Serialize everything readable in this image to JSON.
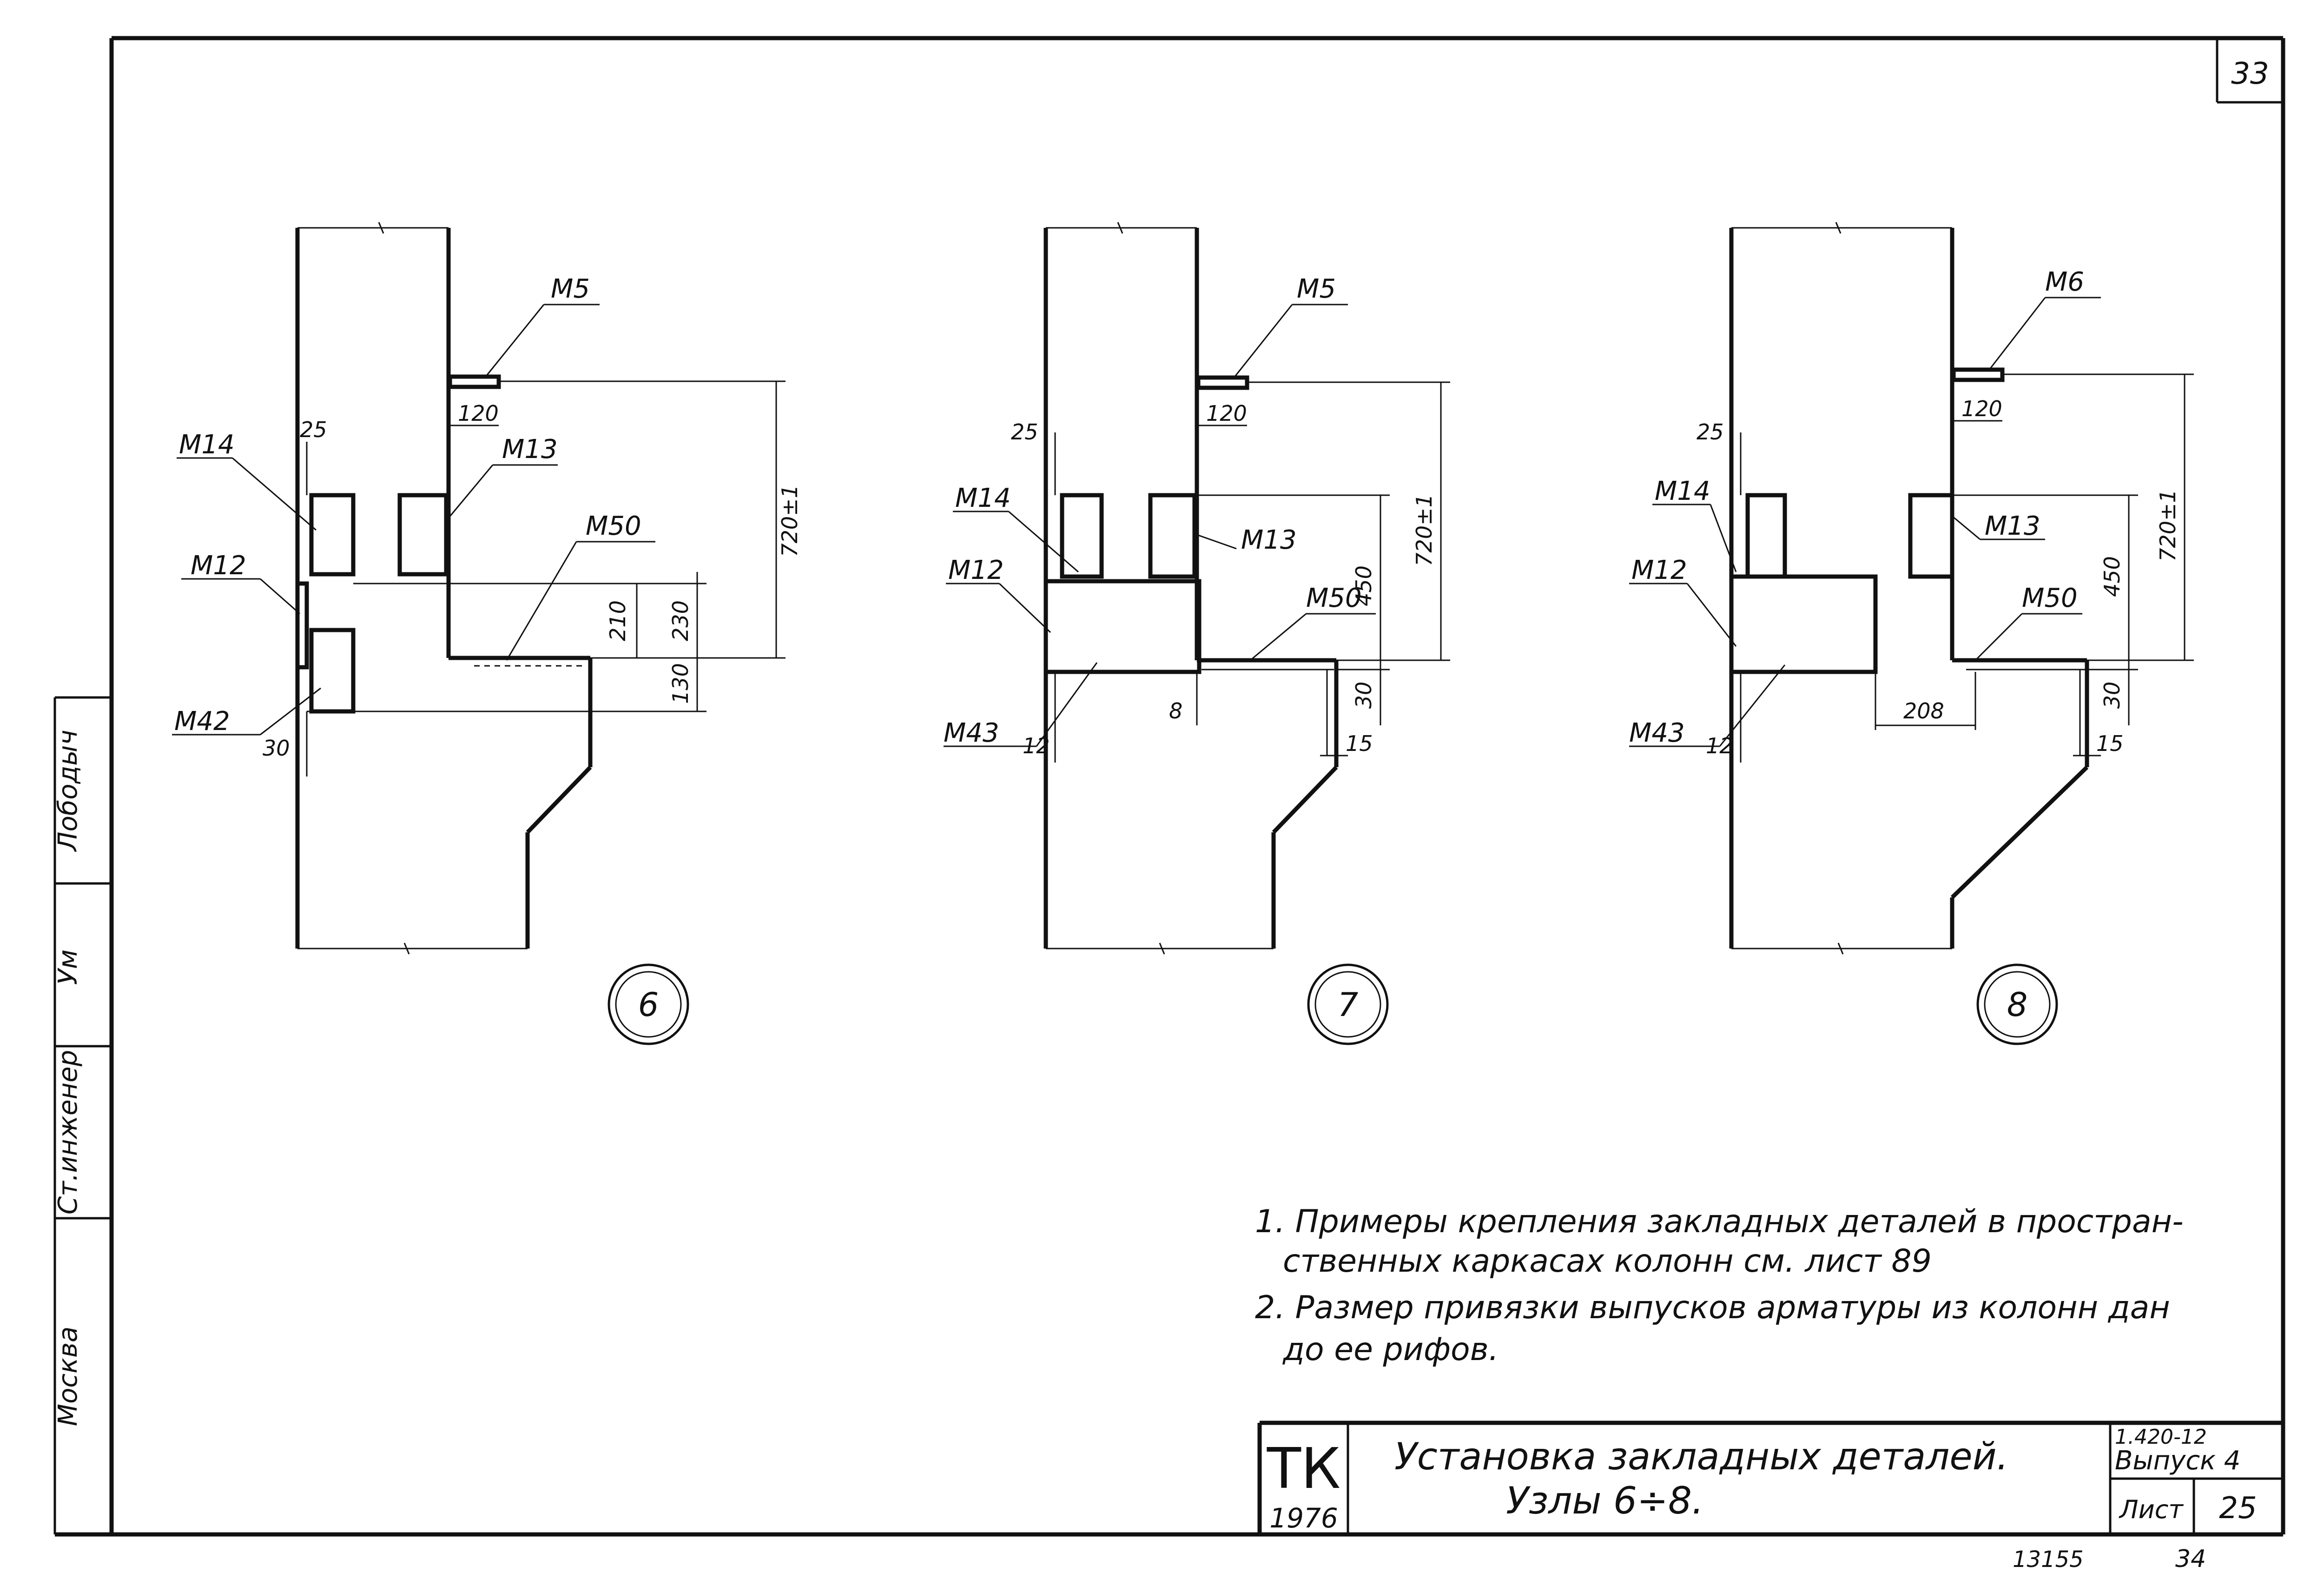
{
  "page_number": "33",
  "side_stamp": {
    "city": "Москва",
    "role": "Ст.инженер",
    "signature": "Ум",
    "name": "Лободыч"
  },
  "nodes": [
    {
      "number": "6",
      "labels": {
        "top_plate": "М5",
        "upper_left": "М14",
        "upper_right": "М13",
        "left_strip": "М12",
        "lower_left": "М42",
        "ledge": "М50"
      },
      "dims": [
        "25",
        "120",
        "720±1",
        "210",
        "230",
        "130",
        "30"
      ]
    },
    {
      "number": "7",
      "labels": {
        "top_plate": "М5",
        "upper_left": "М14",
        "upper_right": "М13",
        "left_strip": "М12",
        "lower_left": "М43",
        "ledge": "М50"
      },
      "dims": [
        "25",
        "120",
        "720±1",
        "450",
        "30",
        "8",
        "12",
        "15"
      ]
    },
    {
      "number": "8",
      "labels": {
        "top_plate": "М6",
        "upper_left": "М14",
        "upper_right": "М13",
        "left_strip": "М12",
        "lower_left": "М43",
        "ledge": "М50"
      },
      "dims": [
        "25",
        "120",
        "720±1",
        "450",
        "30",
        "208",
        "12",
        "15"
      ]
    }
  ],
  "notes": [
    "1. Примеры крепления закладных деталей в простран-",
    "ственных каркасах колонн см. лист 89",
    "2. Размер привязки выпусков арматуры из колонн дан",
    "до ее рифов."
  ],
  "title_block": {
    "org": "ТК",
    "year": "1976",
    "title_line1": "Установка закладных деталей.",
    "title_line2": "Узлы 6÷8.",
    "series": "1.420-12",
    "issue": "Выпуск 4",
    "sheet_label": "Лист",
    "sheet_number": "25"
  },
  "footer": {
    "order": "13155",
    "page": "34"
  }
}
